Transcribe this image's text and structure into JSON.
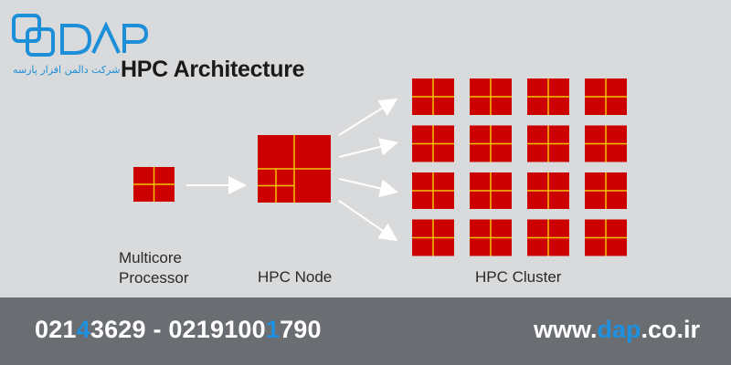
{
  "header": {
    "logo_text": "DAP",
    "logo_subtitle": "شرکت دالمن افزار پارسه",
    "title": "HPC Architecture"
  },
  "diagram": {
    "multicore_label_line1": "Multicore",
    "multicore_label_line2": "Processor",
    "node_label": "HPC Node",
    "cluster_label": "HPC Cluster",
    "cluster_rows": 4,
    "cluster_cols": 4,
    "colors": {
      "block": "#cc0000",
      "grid": "#f2c200",
      "arrow": "#ffffff",
      "background": "#d9dadc"
    }
  },
  "footer": {
    "phone_part1": "021",
    "phone_part2": "4",
    "phone_part3": "3629 - 021910",
    "phone_part4": "0",
    "phone_part5": "1",
    "phone_part6": "790",
    "url_prefix": "www.",
    "url_highlight": "dap",
    "url_suffix": ".co.ir",
    "colors": {
      "background": "#6a6d72",
      "accent": "#1e90e0"
    }
  }
}
